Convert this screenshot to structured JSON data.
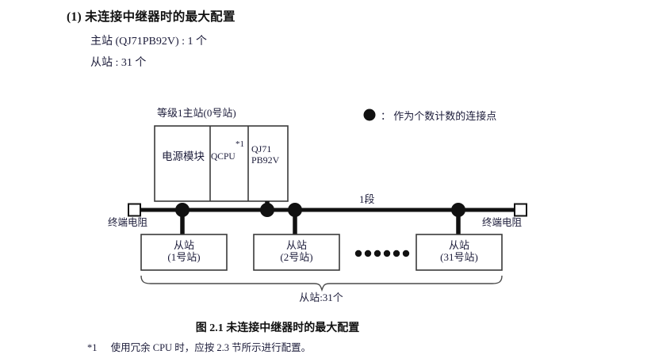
{
  "section": {
    "number": "(1)",
    "title": "未连接中继器时的最大配置",
    "specs": [
      "主站 (QJ71PB92V) : 1 个",
      "从站 : 31 个"
    ]
  },
  "legend": {
    "dot_icon": "filled-circle-icon",
    "text": "： 作为个数计数的连接点"
  },
  "diagram": {
    "master": {
      "title": "等级1主站(0号站)",
      "modules": [
        {
          "label": "电源模块"
        },
        {
          "label": "QCPU",
          "footnote_mark": "*1"
        },
        {
          "label_line1": "QJ71",
          "label_line2": "PB92V"
        }
      ]
    },
    "bus": {
      "segment_label": "1段",
      "terminator_left": "终端电阻",
      "terminator_right": "终端电阻",
      "connection_point_count": 4
    },
    "slaves": [
      {
        "line1": "从站",
        "line2": "(1号站)"
      },
      {
        "line1": "从站",
        "line2": "(2号站)"
      },
      {
        "line1": "从站",
        "line2": "(31号站)"
      }
    ],
    "ellipsis_dots": 6,
    "brace_label": "从站:31个"
  },
  "caption": "图 2.1  未连接中继器时的最大配置",
  "footnote": {
    "mark": "*1",
    "text": "使用冗余 CPU 时，应按 2.3 节所示进行配置。"
  },
  "colors": {
    "ink": "#1c1c3a",
    "line": "#151515",
    "paper": "#ffffff"
  }
}
